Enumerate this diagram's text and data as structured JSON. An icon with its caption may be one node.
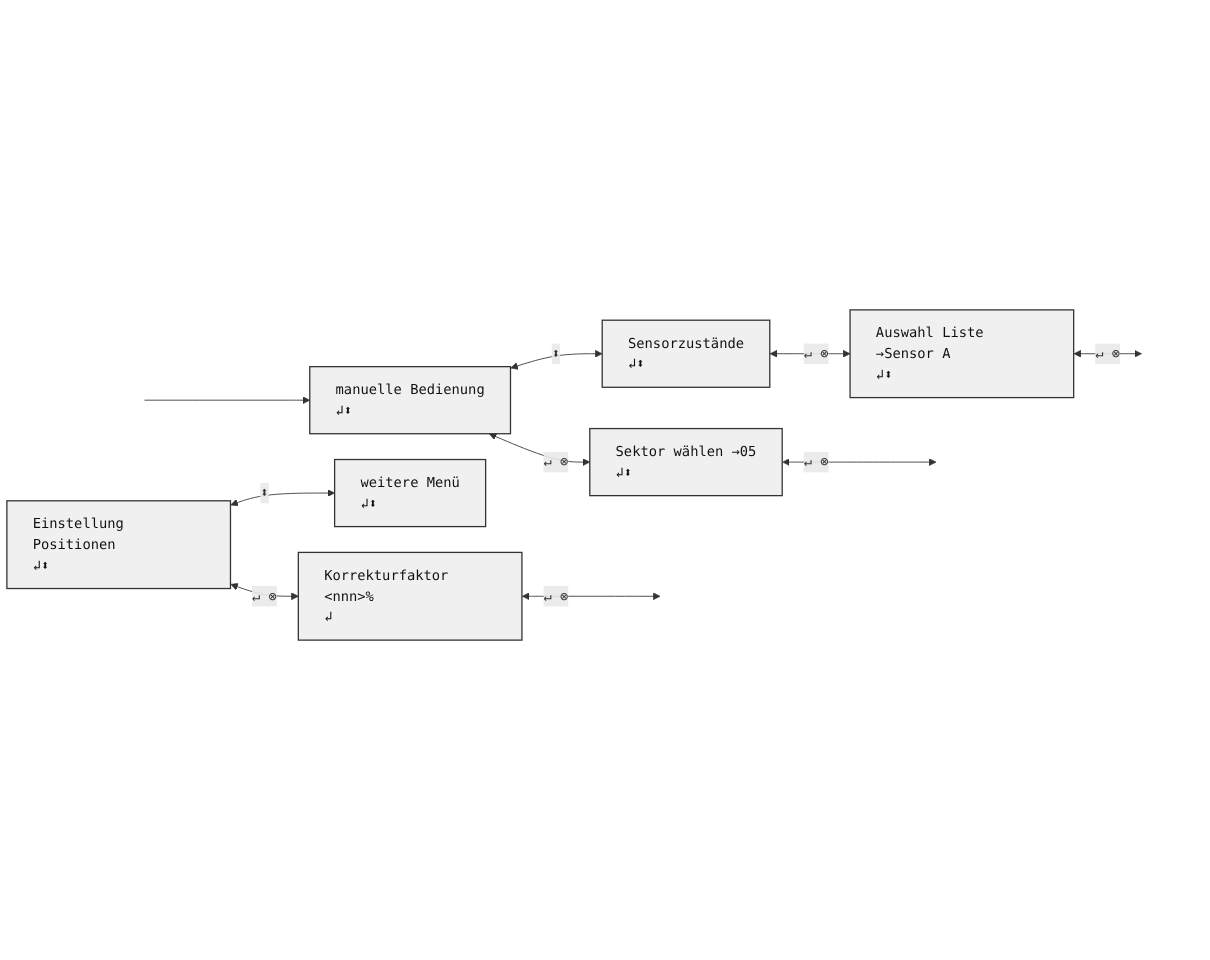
{
  "diagram": {
    "nodes": [
      {
        "text": [
          "manuelle Bedienung",
          "↲⬍"
        ]
      },
      {
        "text": [
          "Sektor wählen →05",
          "↲⬍"
        ]
      },
      {
        "text": [
          "Sensorzustände",
          "↲⬍"
        ]
      },
      {
        "text": [
          "Auswahl Liste →Sensor A",
          "↲⬍"
        ]
      },
      {
        "text": [
          "Einstellung Positionen",
          "↲⬍"
        ]
      },
      {
        "text": [
          "Korrekturfaktor <nnn>%",
          "↲"
        ]
      },
      {
        "text": [
          "weitere Menü",
          "↲⬍"
        ]
      }
    ],
    "edges": [
      {
        "from": null,
        "to": 0,
        "arrow": "to"
      },
      {
        "from": 0,
        "to": 1,
        "arrow": "both",
        "label": "↵ ⊗"
      },
      {
        "from": 1,
        "to": null,
        "arrow": "both",
        "label": "↵ ⊗"
      },
      {
        "from": 0,
        "to": 2,
        "arrow": "both",
        "label": "⬍"
      },
      {
        "from": 2,
        "to": 3,
        "arrow": "both",
        "label": "↵ ⊗"
      },
      {
        "from": 3,
        "to": null,
        "arrow": "both",
        "label": "↵ ⊗"
      },
      {
        "from": 4,
        "to": 5,
        "arrow": "both",
        "label": "↵ ⊗"
      },
      {
        "from": 5,
        "to": null,
        "arrow": "both",
        "label": "↵ ⊗"
      },
      {
        "from": 4,
        "to": 6,
        "arrow": "both",
        "label": "⬍"
      }
    ]
  }
}
